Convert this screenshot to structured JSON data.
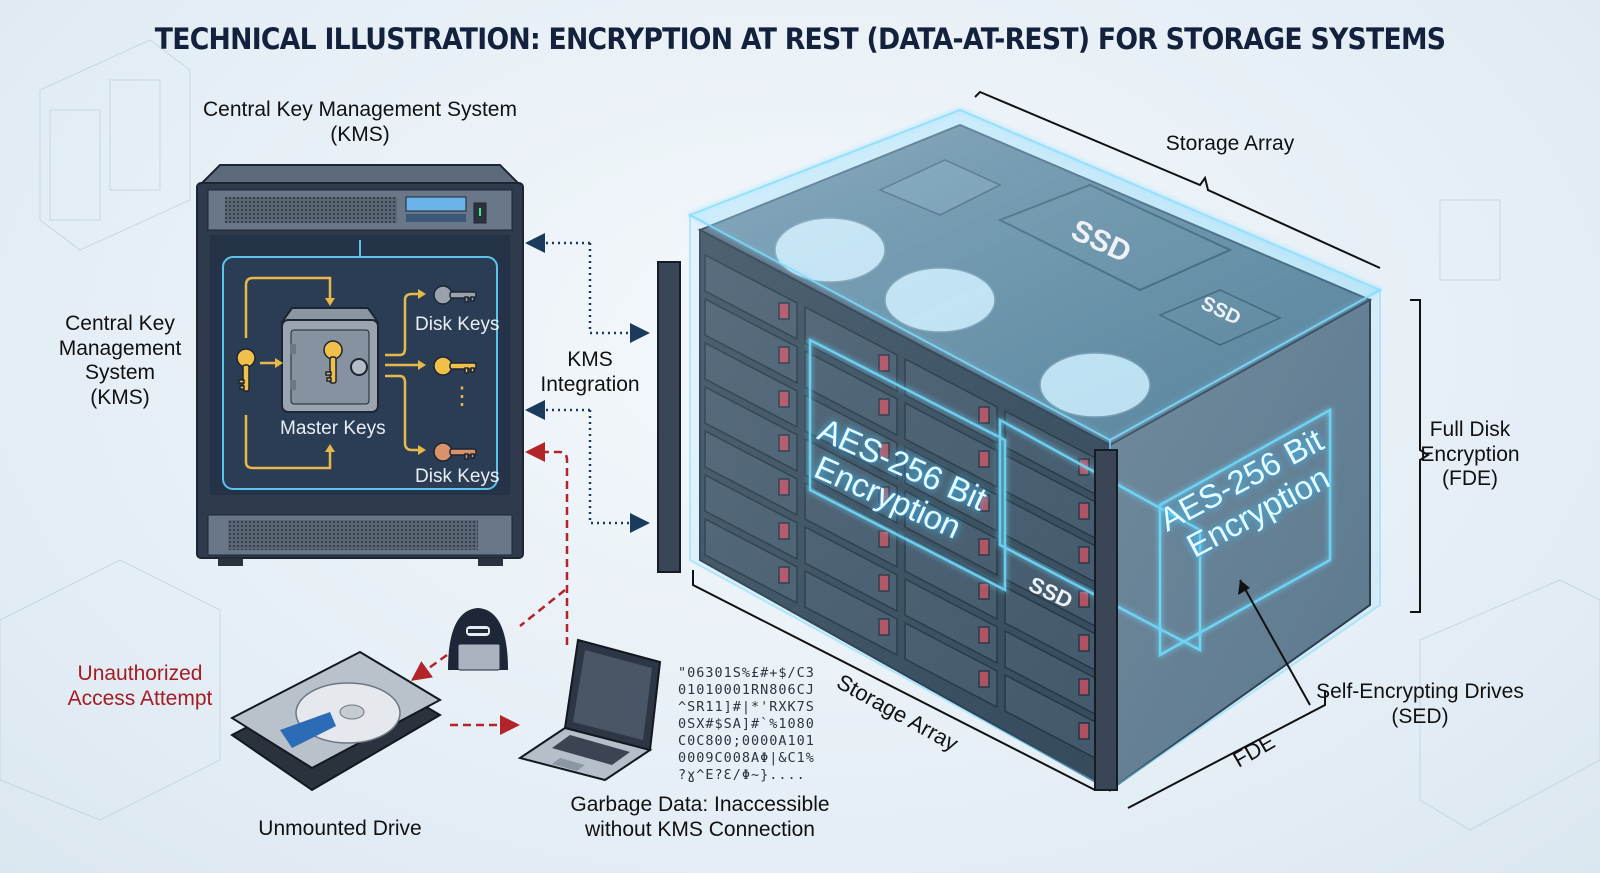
{
  "title": "TECHNICAL ILLUSTRATION: ENCRYPTION AT REST (DATA-AT-REST) FOR STORAGE SYSTEMS",
  "kms": {
    "top_label_line1": "Central Key Management System",
    "top_label_line2": "(KMS)",
    "side_label": [
      "Central Key",
      "Management",
      "System",
      "(KMS)"
    ],
    "master_keys_label": "Master Keys",
    "disk_keys_label_top": "Disk Keys",
    "disk_keys_label_bottom": "Disk Keys",
    "ellipsis": "⋮"
  },
  "integration": {
    "label_line1": "KMS",
    "label_line2": "Integration"
  },
  "attack": {
    "label_line1": "Unauthorized",
    "label_line2": "Access Attempt",
    "drive_label": "Unmounted Drive",
    "garbage_caption_line1": "Garbage Data: Inaccessible",
    "garbage_caption_line2": "without KMS Connection",
    "garbage_lines": [
      "\"06301S%£#+$/C3",
      "01010001RN806CJ",
      "^SR11]#|*'RXK7S",
      "0SX#$SA]#`%1080",
      "C0C800;0000A101",
      "0009C008AΦ|&C1%",
      "?ɣ^E?Ɛ/Φ~}...."
    ]
  },
  "storage": {
    "top_label": "Storage Array",
    "bottom_label": "Storage Array",
    "fde_label": [
      "Full Disk",
      "Encryption",
      "(FDE)"
    ],
    "fde_short": "FDE",
    "sed_label_line1": "Self-Encrypting Drives",
    "sed_label_line2": "(SED)",
    "aes_front_line1": "AES-256 Bit",
    "aes_front_line2": "Encryption",
    "aes_side_line1": "AES-256 Bit",
    "aes_side_line2": "Encryption",
    "ssd_labels": [
      "SSD",
      "SSD",
      "SSD"
    ]
  },
  "colors": {
    "title": "#14213d",
    "server_body": "#2f3b4c",
    "server_panel": "#243347",
    "key_gold": "#f1c04a",
    "key_silver": "#9aa3ad",
    "key_copper": "#d9936a",
    "arrow_blue": "#1c3a5c",
    "arrow_red": "#b3232a",
    "glow": "#5fd0ff"
  }
}
